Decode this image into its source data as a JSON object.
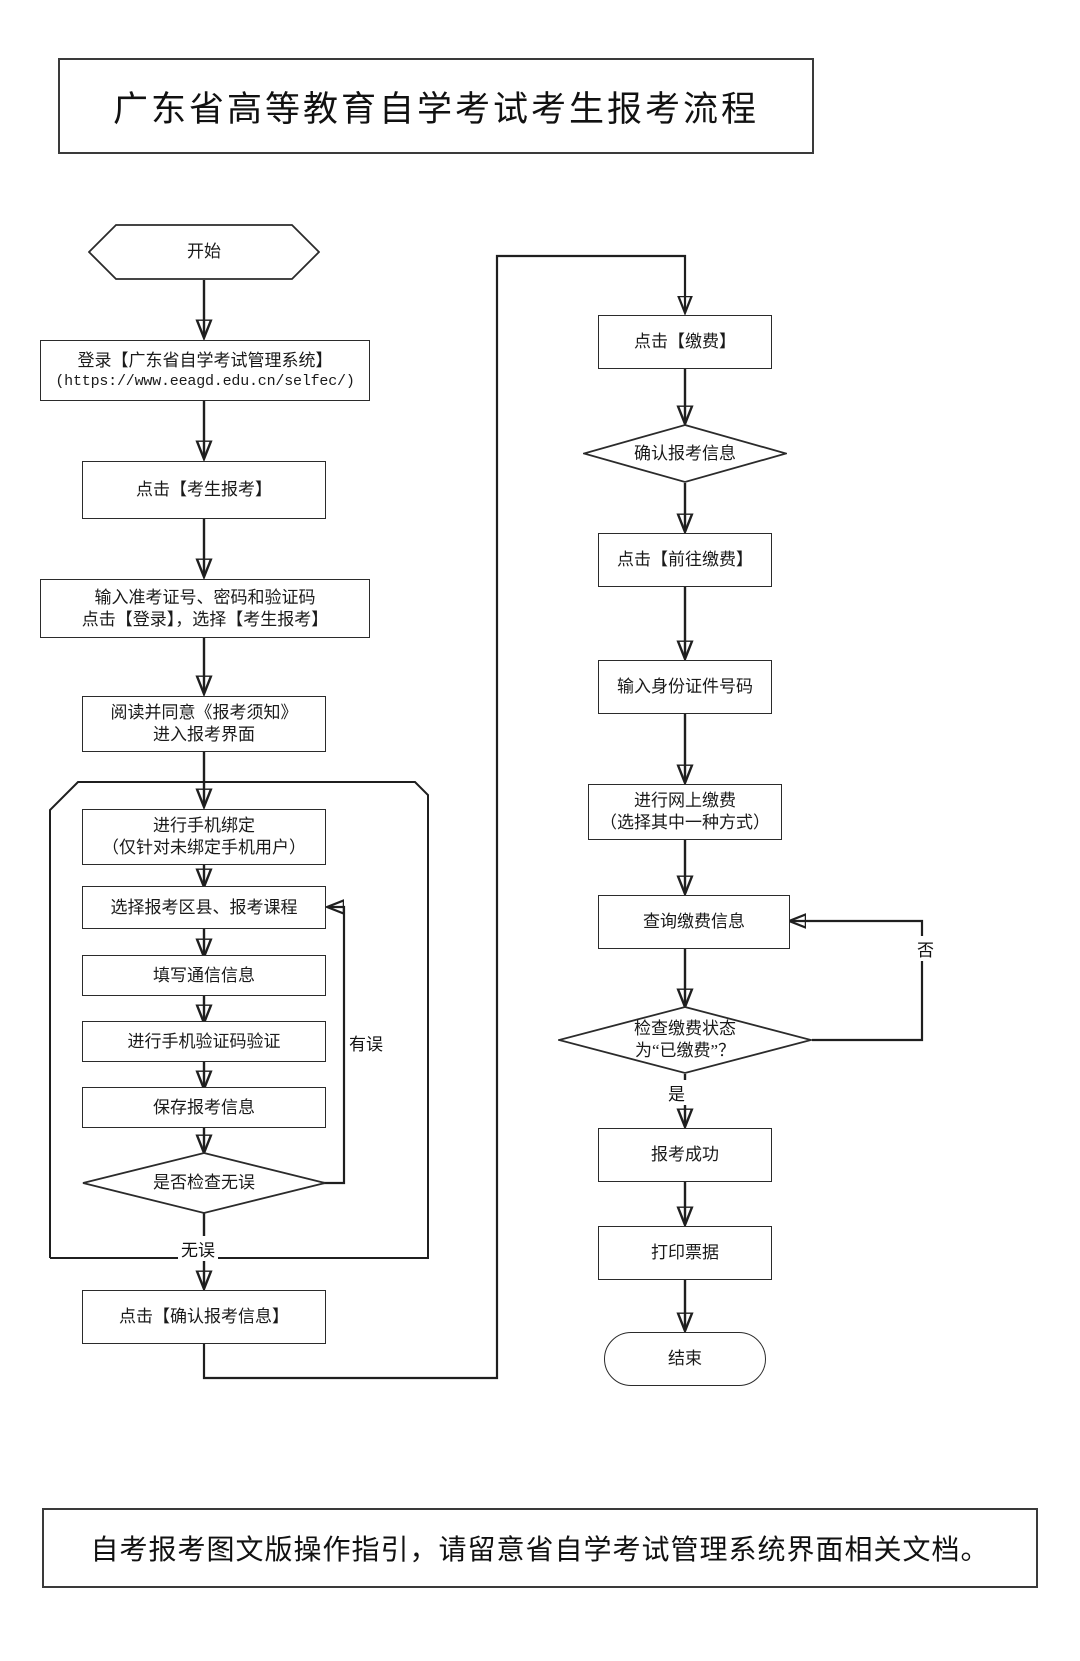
{
  "title": "广东省高等教育自学考试考生报考流程",
  "footer": "自考报考图文版操作指引，请留意省自学考试管理系统界面相关文档。",
  "nodes": {
    "start": "开始",
    "login_line1": "登录【广东省自学考试管理系统】",
    "login_line2": "(https://www.eeagd.edu.cn/selfec/)",
    "click_apply": "点击【考生报考】",
    "enter_credentials": "输入准考证号、密码和验证码\n点击【登录】，选择【考生报考】",
    "read_notice": "阅读并同意《报考须知》\n进入报考界面",
    "bind_phone": "进行手机绑定\n（仅针对未绑定手机用户）",
    "select_area_course": "选择报考区县、报考课程",
    "fill_contact": "填写通信信息",
    "verify_sms": "进行手机验证码验证",
    "save_info": "保存报考信息",
    "check_decision": "是否检查无误",
    "confirm_apply": "点击【确认报考信息】",
    "click_pay": "点击【缴费】",
    "confirm_info": "确认报考信息",
    "click_goto_pay": "点击【前往缴费】",
    "enter_id": "输入身份证件号码",
    "online_pay": "进行网上缴费\n（选择其中一种方式）",
    "query_pay": "查询缴费信息",
    "pay_status_decision": "检查缴费状态\n为“已缴费”？",
    "apply_success": "报考成功",
    "print_receipt": "打印票据",
    "end": "结束"
  },
  "edge_labels": {
    "has_error": "有误",
    "no_error": "无误",
    "no": "否",
    "yes": "是"
  },
  "colors": {
    "border": "#2b2b2b",
    "banner_border": "#3a3a3a",
    "text": "#111111",
    "background": "#ffffff"
  }
}
